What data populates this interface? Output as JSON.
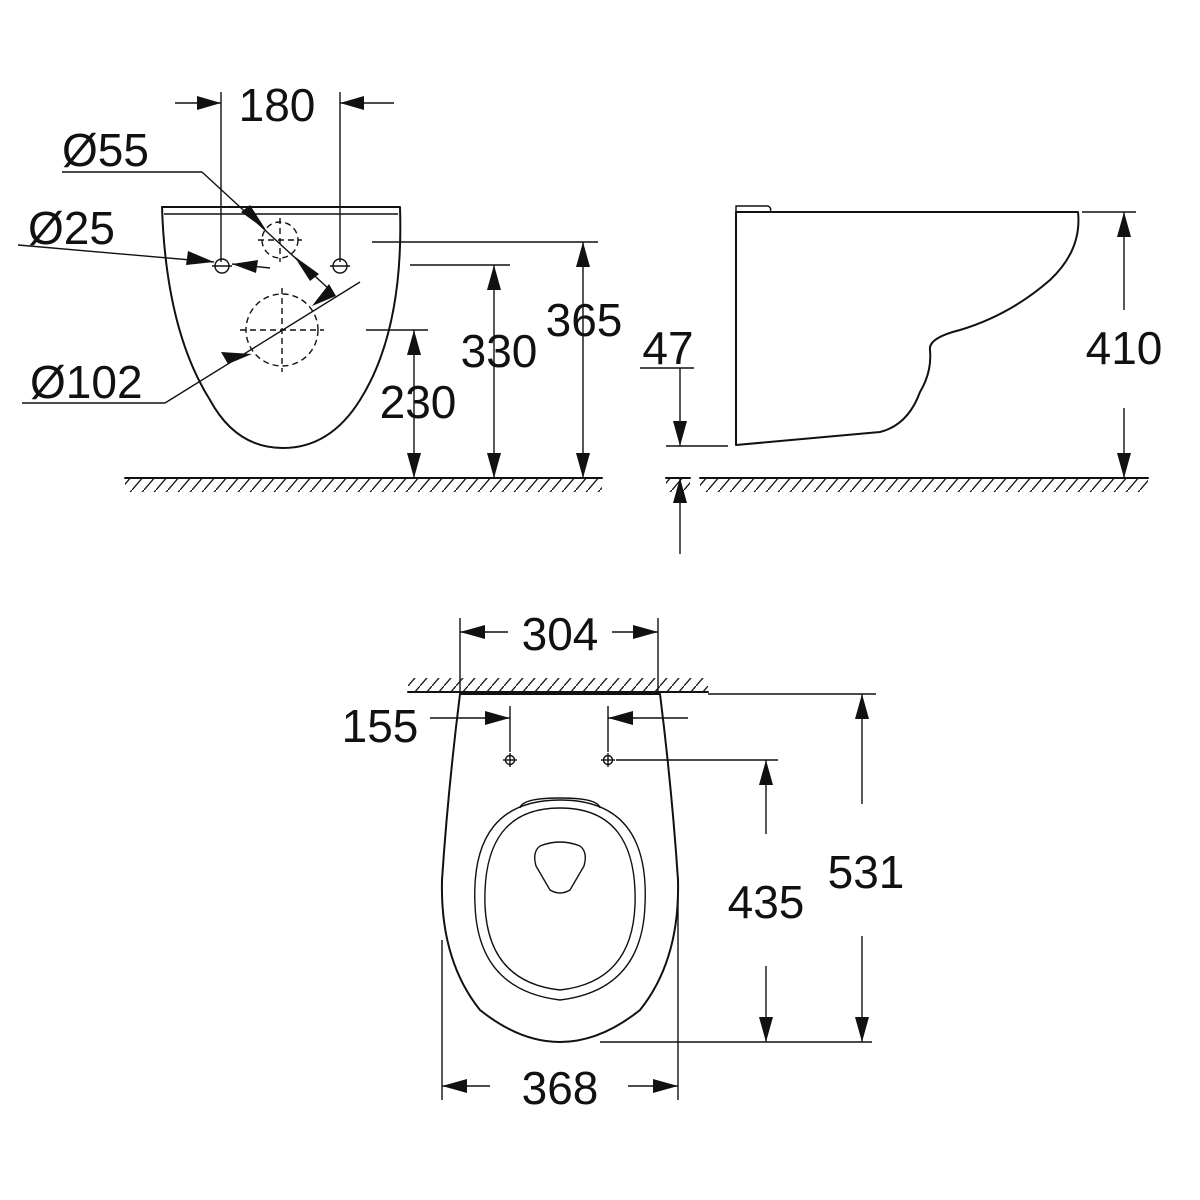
{
  "front_view": {
    "dims": {
      "d180": "180",
      "phi55": "Ø55",
      "phi25": "Ø25",
      "phi102": "Ø102",
      "d330": "330",
      "d365": "365",
      "d230": "230"
    }
  },
  "side_view": {
    "dims": {
      "d47": "47",
      "d410": "410"
    }
  },
  "top_view": {
    "dims": {
      "d304": "304",
      "d155": "155",
      "d435": "435",
      "d531": "531",
      "d368": "368"
    }
  }
}
